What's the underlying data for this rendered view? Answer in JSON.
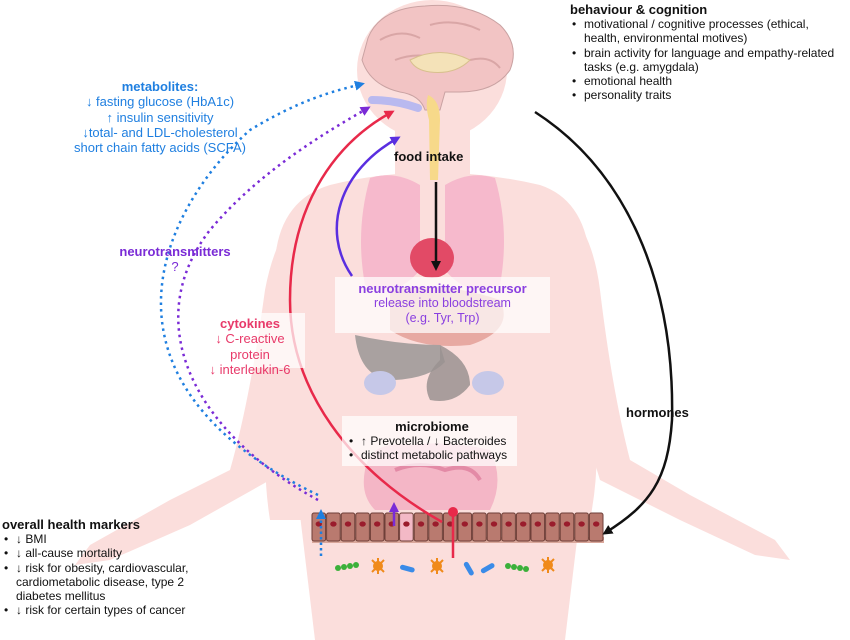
{
  "behaviour": {
    "title": "behaviour & cognition",
    "items": [
      "motivational / cognitive processes (ethical, health, environmental motives)",
      "brain activity for language and empathy-related tasks (e.g. amygdala)",
      "emotional health",
      "personality traits"
    ]
  },
  "metabolites": {
    "title": "metabolites:",
    "lines": [
      "↓ fasting glucose (HbA1c)",
      "↑ insulin sensitivity",
      "↓total- and LDL-cholesterol",
      "short chain fatty acids (SCFA)"
    ]
  },
  "food_intake": "food intake",
  "neurotransmitters": {
    "title": "neurotransmitters",
    "value": "?"
  },
  "precursor": {
    "title": "neurotransmitter precursor",
    "line1": "release into bloodstream",
    "line2": "(e.g. Tyr, Trp)"
  },
  "cytokines": {
    "title": "cytokines",
    "lines": [
      "↓ C-reactive protein",
      "↓ interleukin-6"
    ]
  },
  "hormones": "hormones",
  "microbiome": {
    "title": "microbiome",
    "items": [
      "↑ Prevotella / ↓ Bacteroides",
      "distinct metabolic pathways"
    ]
  },
  "health": {
    "title": "overall health markers",
    "items": [
      "↓ BMI",
      "↓ all-cause mortality",
      "↓ risk for obesity, cardiovascular, cardiometabolic disease, type 2 diabetes mellitus",
      "↓ risk for certain types of cancer"
    ]
  },
  "colors": {
    "metabolites": "#1f7fe0",
    "neurotransmitters": "#7a2bd6",
    "cytokines": "#e83a6a",
    "precursor": "#8a3fe0",
    "black": "#111111",
    "body": "#fbdedc",
    "brain": "#f2c4c4"
  }
}
